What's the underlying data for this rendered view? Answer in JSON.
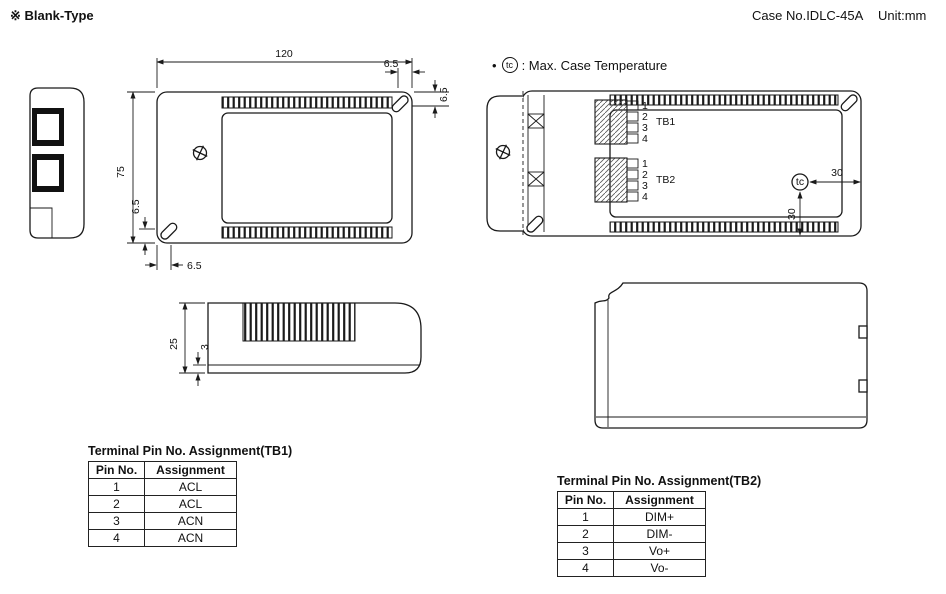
{
  "header": {
    "type_label": "※ Blank-Type",
    "case_no": "Case No.IDLC-45A",
    "unit": "Unit:mm"
  },
  "note": {
    "bullet": "•",
    "symbol": "tc",
    "text": ": Max. Case Temperature"
  },
  "dimensions": {
    "top_view": {
      "length": "120",
      "notch_offset_right": "6.5",
      "notch_offset_top": "6.5",
      "width": "75",
      "notch_offset_bottom": "6.5",
      "notch_offset_left": "6.5"
    },
    "side_view": {
      "height": "25",
      "base": "3"
    },
    "internal_view": {
      "tc_from_right": "30",
      "tc_from_bottom": "30"
    }
  },
  "internal_view": {
    "tb1_label": "TB1",
    "tb2_label": "TB2",
    "tc_label": "tc",
    "pins": [
      "1",
      "2",
      "3",
      "4"
    ]
  },
  "tables": {
    "tb1": {
      "title": "Terminal Pin No. Assignment(TB1)",
      "headers": [
        "Pin No.",
        "Assignment"
      ],
      "rows": [
        [
          "1",
          "ACL"
        ],
        [
          "2",
          "ACL"
        ],
        [
          "3",
          "ACN"
        ],
        [
          "4",
          "ACN"
        ]
      ]
    },
    "tb2": {
      "title": "Terminal Pin No. Assignment(TB2)",
      "headers": [
        "Pin No.",
        "Assignment"
      ],
      "rows": [
        [
          "1",
          "DIM+"
        ],
        [
          "2",
          "DIM-"
        ],
        [
          "3",
          "Vo+"
        ],
        [
          "4",
          "Vo-"
        ]
      ]
    }
  }
}
